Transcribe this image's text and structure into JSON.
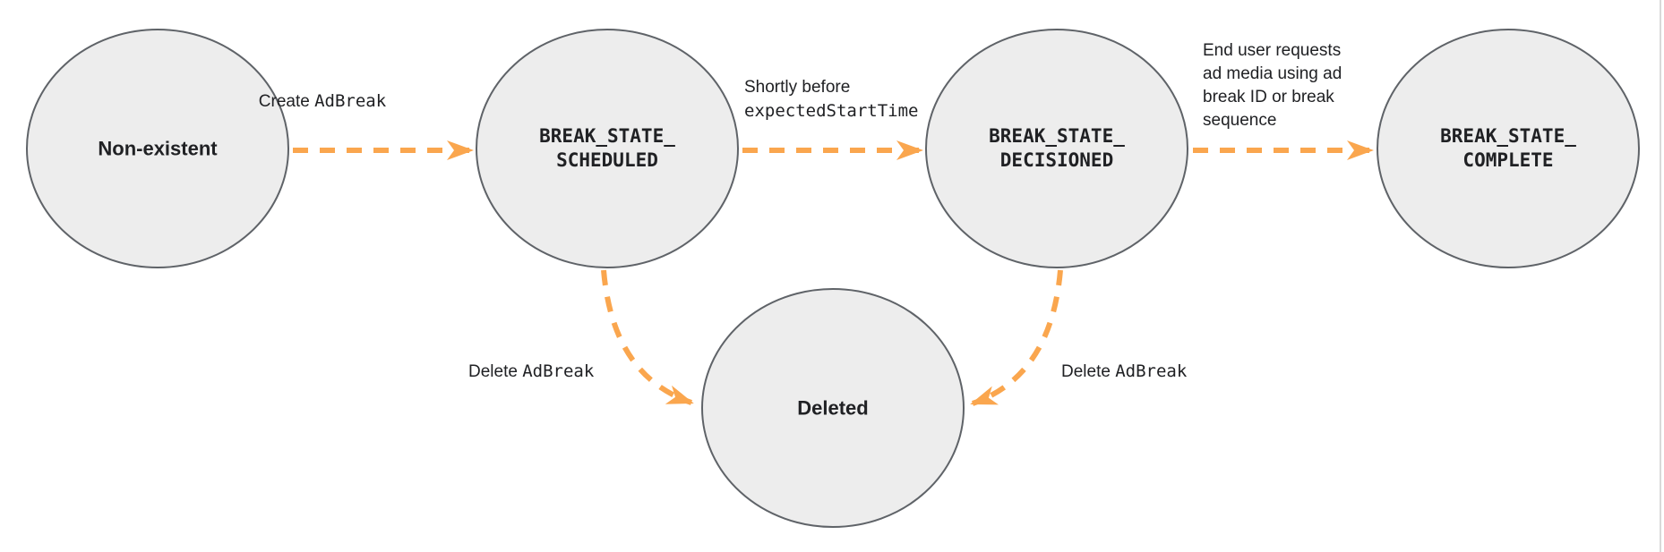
{
  "colors": {
    "arrow_orange": "#FAA64E",
    "node_fill": "#EDEDED",
    "node_stroke": "#5F6368",
    "text": "#202124",
    "page_edge_line": "#D9D9D9"
  },
  "nodes": [
    {
      "id": "non-existent",
      "line1": "Non-existent",
      "line2": ""
    },
    {
      "id": "break-state-scheduled",
      "line1": "BREAK_STATE_",
      "line2": "SCHEDULED"
    },
    {
      "id": "break-state-decisioned",
      "line1": "BREAK_STATE_",
      "line2": "DECISIONED"
    },
    {
      "id": "break-state-complete",
      "line1": "BREAK_STATE_",
      "line2": "COMPLETE"
    },
    {
      "id": "deleted",
      "line1": "Deleted",
      "line2": ""
    }
  ],
  "edges": [
    {
      "from": "Non-existent",
      "to": "BREAK_STATE_SCHEDULED",
      "label_plain": "Create",
      "label_code": "AdBreak"
    },
    {
      "from": "BREAK_STATE_SCHEDULED",
      "to": "BREAK_STATE_DECISIONED",
      "label_plain": "Shortly before",
      "label_code": "expectedStartTime"
    },
    {
      "from": "BREAK_STATE_DECISIONED",
      "to": "BREAK_STATE_COMPLETE",
      "label_lines": [
        "End user requests",
        "ad media using ad",
        "break ID or break",
        "sequence"
      ]
    },
    {
      "from": "BREAK_STATE_SCHEDULED",
      "to": "Deleted",
      "label_plain": "Delete",
      "label_code": "AdBreak"
    },
    {
      "from": "BREAK_STATE_DECISIONED",
      "to": "Deleted",
      "label_plain": "Delete",
      "label_code": "AdBreak"
    }
  ]
}
